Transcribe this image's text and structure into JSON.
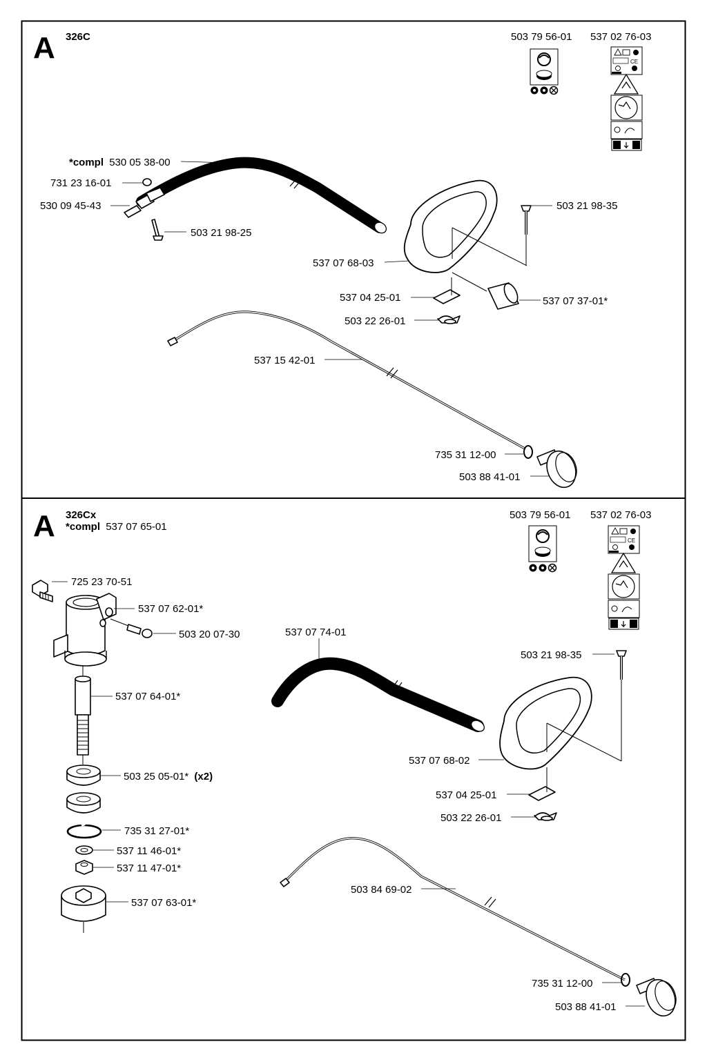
{
  "sections": [
    {
      "letter": "A",
      "model": "326C",
      "decals": [
        "503 79 56-01",
        "537 02 76-03"
      ],
      "compl_prefix": "*compl",
      "compl_number": "530 05 38-00",
      "parts": {
        "nut": "731 23 16-01",
        "throttle": "530 09 45-43",
        "screw_left": "503 21 98-25",
        "handle": "537 07 68-03",
        "bolt": "503 21 98-35",
        "spacer": "537 07 37-01*",
        "clamp": "537 04 25-01",
        "wingnut": "503 22 26-01",
        "cable": "537 15 42-01",
        "ring": "735 31 12-00",
        "knob": "503 88 41-01"
      }
    },
    {
      "letter": "A",
      "model": "326Cx",
      "decals": [
        "503 79 56-01",
        "537 02 76-03"
      ],
      "compl_prefix": "*compl",
      "compl_number": "537 07 65-01",
      "parts": {
        "screw_top": "725 23 70-51",
        "housing": "537 07 62-01*",
        "screw_side": "503 20 07-30",
        "shaft": "537 07 64-01*",
        "bearing": "503 25 05-01*",
        "bearing_qty": "(x2)",
        "circlip": "735 31 27-01*",
        "washer": "537 11 46-01*",
        "nut": "537 11 47-01*",
        "hub": "537 07 63-01*",
        "tube": "537 07 74-01",
        "bolt": "503 21 98-35",
        "handle": "537 07 68-02",
        "clamp": "537 04 25-01",
        "wingnut": "503 22 26-01",
        "cable": "503 84 69-02",
        "ring": "735 31 12-00",
        "knob": "503 88 41-01"
      }
    }
  ]
}
